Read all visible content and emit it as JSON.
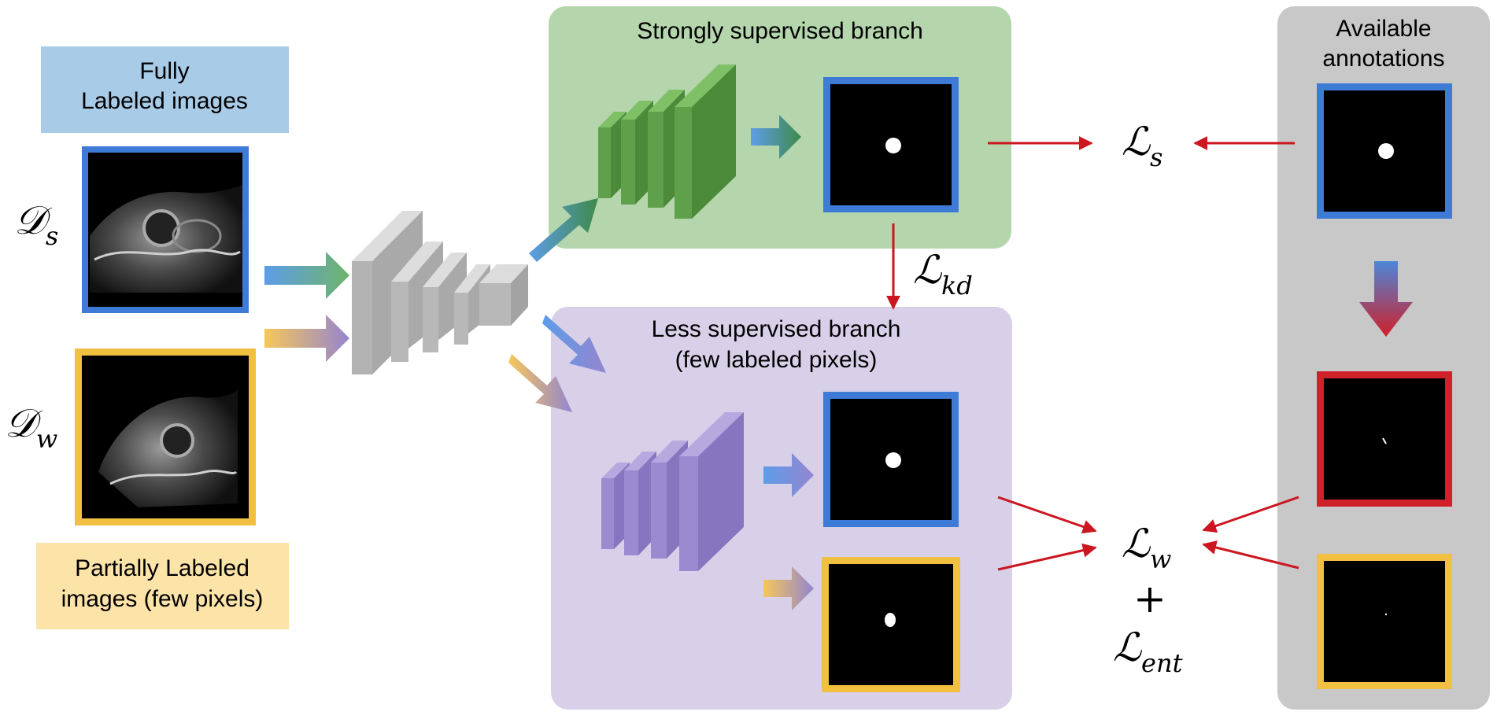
{
  "inputs": {
    "fully_label": [
      "Fully",
      "Labeled images"
    ],
    "partial_label": [
      "Partially Labeled",
      "images (few pixels)"
    ],
    "ds": {
      "main": "𝒟",
      "sub": "s"
    },
    "dw": {
      "main": "𝒟",
      "sub": "w"
    }
  },
  "branches": {
    "strong_title": "Strongly supervised branch",
    "weak_title": [
      "Less supervised branch",
      "(few labeled pixels)"
    ]
  },
  "annotations": {
    "title": [
      "Available",
      "annotations"
    ]
  },
  "losses": {
    "ls": {
      "main": "ℒ",
      "sub": "s"
    },
    "lkd": {
      "main": "ℒ",
      "sub": "kd"
    },
    "lw": {
      "main": "ℒ",
      "sub": "w"
    },
    "plus": "+",
    "lent": {
      "main": "ℒ",
      "sub": "ent"
    }
  },
  "colors": {
    "blue_border": "#3d7bd6",
    "yellow_border": "#f2c040",
    "red_border": "#d0202a",
    "green_panel": "#b5d6ad",
    "purple_panel": "#d8d0e8",
    "gray_panel": "#c8c8c8",
    "blue_label": "#a8cbe8",
    "yellow_label": "#fce3a8",
    "arrow_red": "#cc1620",
    "green_block": "#5fa04a",
    "purple_block": "#9a8ad0",
    "gray_block": "#bdbdbd"
  }
}
